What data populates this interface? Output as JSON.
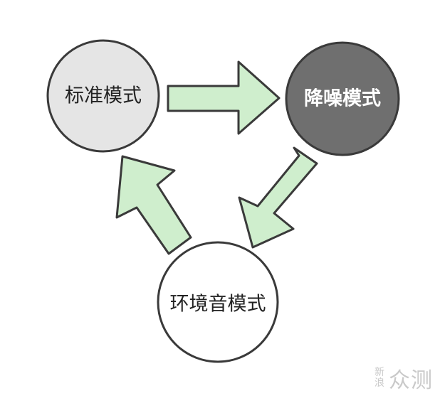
{
  "nodes": {
    "standard": {
      "label": "标准模式",
      "fill": "#e5e5e5",
      "text_color": "#222222"
    },
    "noise_cancel": {
      "label": "降噪模式",
      "fill": "#6f6f6f",
      "text_color": "#ffffff"
    },
    "ambient": {
      "label": "环境音模式",
      "fill": "#ffffff",
      "text_color": "#222222"
    }
  },
  "colors": {
    "arrow_fill": "#cfeecd",
    "outline": "#3a3a3a"
  },
  "watermark": {
    "line1": "新",
    "line2": "浪",
    "brand": "众测"
  }
}
